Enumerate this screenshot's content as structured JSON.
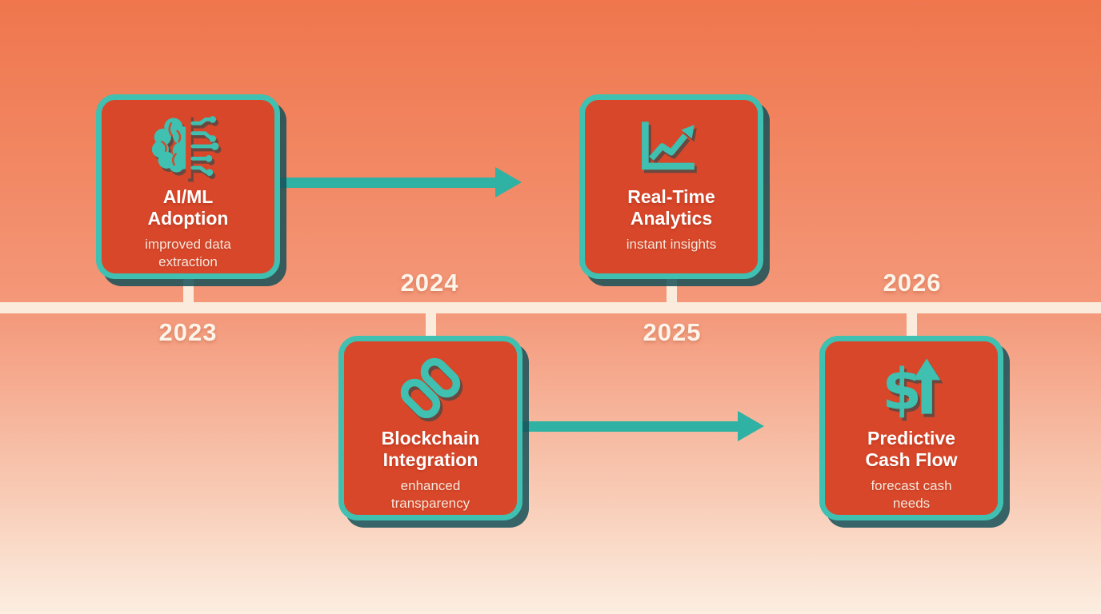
{
  "milestones": [
    {
      "year": "2023",
      "title": "AI/ML Adoption",
      "subtitle": "improved data extraction",
      "icon": "brain-circuit-icon",
      "card_side": "above-line"
    },
    {
      "year": "2024",
      "title": "Blockchain Integration",
      "subtitle": "enhanced transparency",
      "icon": "chain-link-icon",
      "card_side": "below-line"
    },
    {
      "year": "2025",
      "title": "Real-Time Analytics",
      "subtitle": "instant insights",
      "icon": "line-chart-arrow-icon",
      "card_side": "above-line"
    },
    {
      "year": "2026",
      "title": "Predictive Cash Flow",
      "subtitle": "forecast cash needs",
      "icon": "dollar-up-arrow-icon",
      "card_side": "below-line"
    }
  ],
  "colors": {
    "background_top": "#ef764d",
    "background_bottom": "#fceee1",
    "card_fill": "#d8472a",
    "card_border": "#3fc0b0",
    "card_shadow": "#155058",
    "arrow_teal": "#2fb2a3",
    "timeline_axis": "#faebdc",
    "title_text": "#ffffff",
    "subtitle_text": "#f8e7db",
    "year_text": "#fdf4ea"
  }
}
